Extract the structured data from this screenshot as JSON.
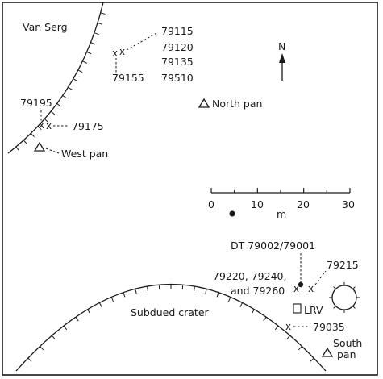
{
  "features": {
    "van_serg": "Van Serg",
    "subdued_crater": "Subdued crater",
    "lrv": "LRV"
  },
  "panoramas": {
    "north": "North pan",
    "west": "West pan",
    "south_line1": "South",
    "south_line2": "pan"
  },
  "samples": {
    "s79115": "79115",
    "s79120": "79120",
    "s79135": "79135",
    "s79155": "79155",
    "s79510": "79510",
    "s79195": "79195",
    "s79175": "79175",
    "dt": "DT 79002/79001",
    "group_line1": "79220, 79240,",
    "group_line2": "and 79260",
    "s79215": "79215",
    "s79035": "79035"
  },
  "north_arrow": {
    "label": "N"
  },
  "scale_bar": {
    "ticks": [
      "0",
      "10",
      "20",
      "30"
    ],
    "unit": "m",
    "range_m": [
      0,
      30
    ]
  },
  "legend": {
    "sample_marker": "x",
    "panorama_marker": "triangle"
  }
}
